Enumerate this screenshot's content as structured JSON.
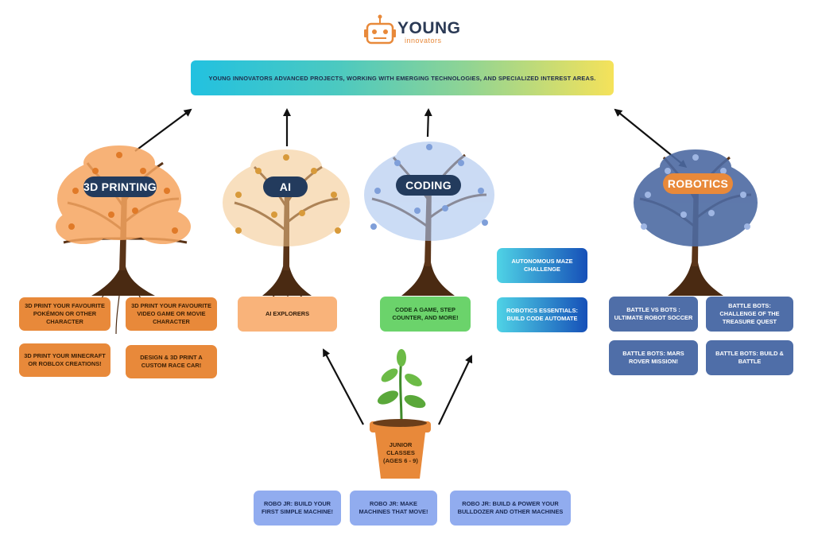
{
  "logo": {
    "name": "YOUNG",
    "sub": "innovators",
    "icon": "robot-head-icon",
    "color": "#e8893a"
  },
  "banner": {
    "text": "YOUNG INNOVATORS ADVANCED PROJECTS, WORKING WITH EMERGING TECHNOLOGIES, AND SPECIALIZED INTEREST AREAS."
  },
  "trees": {
    "printing": {
      "label": "3D PRINTING",
      "color": "#f6a560"
    },
    "ai": {
      "label": "AI",
      "color": "#f3c58a"
    },
    "coding": {
      "label": "CODING",
      "color": "#a9c4ee"
    },
    "robotics": {
      "label": "ROBOTICS",
      "color": "#4d6aa2"
    }
  },
  "printing_boxes": [
    "3D PRINT YOUR FAVOURITE POKÉMON OR OTHER CHARACTER",
    "3D PRINT YOUR FAVOURITE VIDEO GAME OR MOVIE CHARACTER",
    "3D PRINT YOUR MINECRAFT OR ROBLOX CREATIONS!",
    "DESIGN & 3D PRINT A CUSTOM RACE CAR!"
  ],
  "ai_box": "AI EXPLORERS",
  "coding_box": "CODE A GAME, STEP COUNTER, AND MORE!",
  "side_boxes": [
    "AUTONOMOUS MAZE CHALLENGE",
    "ROBOTICS ESSENTIALS: BUILD CODE AUTOMATE"
  ],
  "robotics_boxes": [
    "BATTLE VS BOTS : ULTIMATE ROBOT SOCCER",
    "BATTLE BOTS: CHALLENGE OF THE TREASURE QUEST",
    "BATTLE BOTS: MARS ROVER MISSION!",
    "BATTLE BOTS: BUILD & BATTLE"
  ],
  "junior": {
    "text": "JUNIOR CLASSES (AGES 6 - 9)"
  },
  "junior_boxes": [
    "ROBO JR: BUILD YOUR FIRST SIMPLE MACHINE!",
    "ROBO JR: MAKE MACHINES THAT MOVE!",
    "ROBO JR: BUILD & POWER YOUR BULLDOZER AND OTHER MACHINES"
  ]
}
